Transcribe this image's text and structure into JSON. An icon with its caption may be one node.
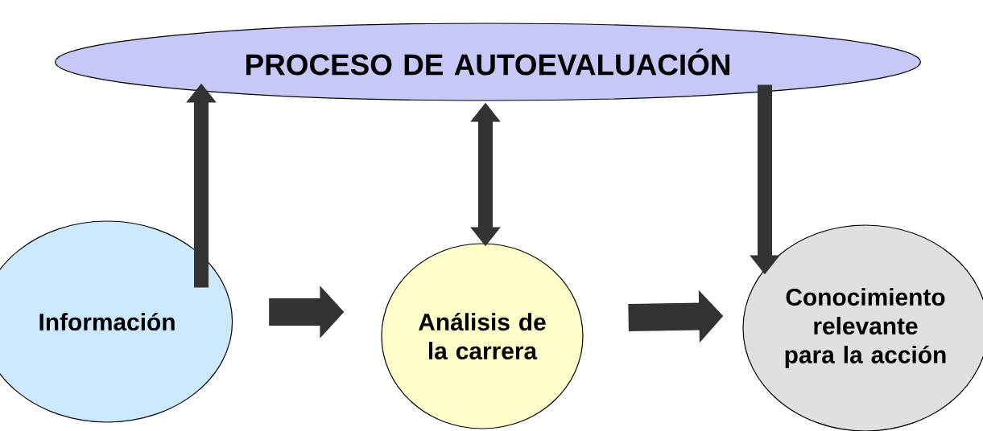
{
  "diagram": {
    "nodes": [
      {
        "text": [
          "PROCESO DE AUTOEVALUACIÓN"
        ]
      },
      {
        "text": [
          "Información"
        ]
      },
      {
        "text": [
          "Análisis de la carrera"
        ]
      },
      {
        "text": [
          "Conocimiento relevante para la acción"
        ]
      }
    ],
    "edges": [
      {
        "from": 1,
        "to": 2,
        "arrow": "to",
        "style": "thick"
      },
      {
        "from": 2,
        "to": 3,
        "arrow": "to",
        "style": "thick"
      },
      {
        "from": 1,
        "to": 0,
        "arrow": "to"
      },
      {
        "from": 2,
        "to": 0,
        "arrow": "both"
      },
      {
        "from": 0,
        "to": 3,
        "arrow": "to"
      }
    ]
  }
}
